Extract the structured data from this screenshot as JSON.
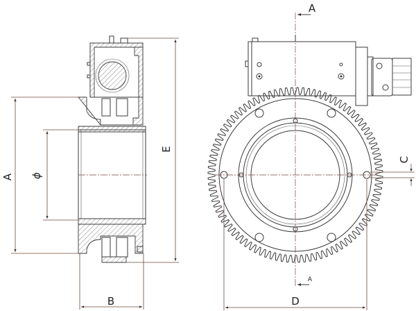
{
  "drawing": {
    "side_view_labels": {
      "A": "A",
      "phi": "ϕ",
      "E": "E",
      "B": "B"
    },
    "front_view_labels": {
      "C": "C",
      "D": "D"
    },
    "section_marker": {
      "top": "A",
      "bottom": "A"
    },
    "gear_teeth_count": 96
  }
}
